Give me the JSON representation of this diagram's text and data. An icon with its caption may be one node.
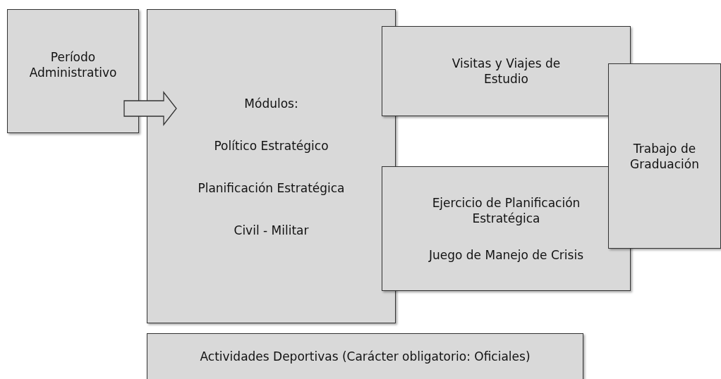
{
  "diagram": {
    "nodes": [
      {
        "text": [
          "Período Administrativo"
        ]
      },
      {
        "text": [
          "Módulos:",
          "Político Estratégico",
          "Planificación Estratégica",
          "Civil - Militar"
        ]
      },
      {
        "text": [
          "Visitas y Viajes de Estudio"
        ]
      },
      {
        "text": [
          "Ejercicio de Planificación Estratégica",
          "Juego de Manejo de Crisis"
        ]
      },
      {
        "text": [
          "Trabajo de Graduación"
        ]
      },
      {
        "text": [
          "Actividades Deportivas (Carácter obligatorio: Oficiales)"
        ]
      }
    ],
    "edges": [
      {
        "from": 0,
        "to": 1,
        "arrow": "to"
      }
    ]
  }
}
